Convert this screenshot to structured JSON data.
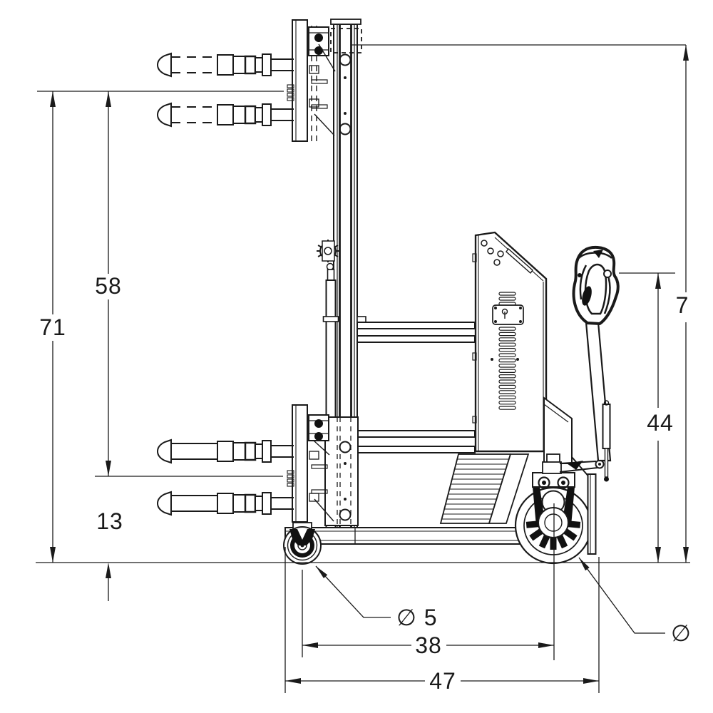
{
  "drawing": {
    "colors": {
      "line": "#1a1a1a",
      "background": "#ffffff"
    },
    "dimensions": {
      "overall_height": "71",
      "lift_height": "58",
      "fork_lowered_height": "13",
      "handle_height": "44",
      "right_height_partial": "7",
      "caster_wheel_dia": "∅ 5",
      "wheel_center_distance": "38",
      "overall_length": "47",
      "drive_wheel_dia_partial": "∅"
    }
  }
}
